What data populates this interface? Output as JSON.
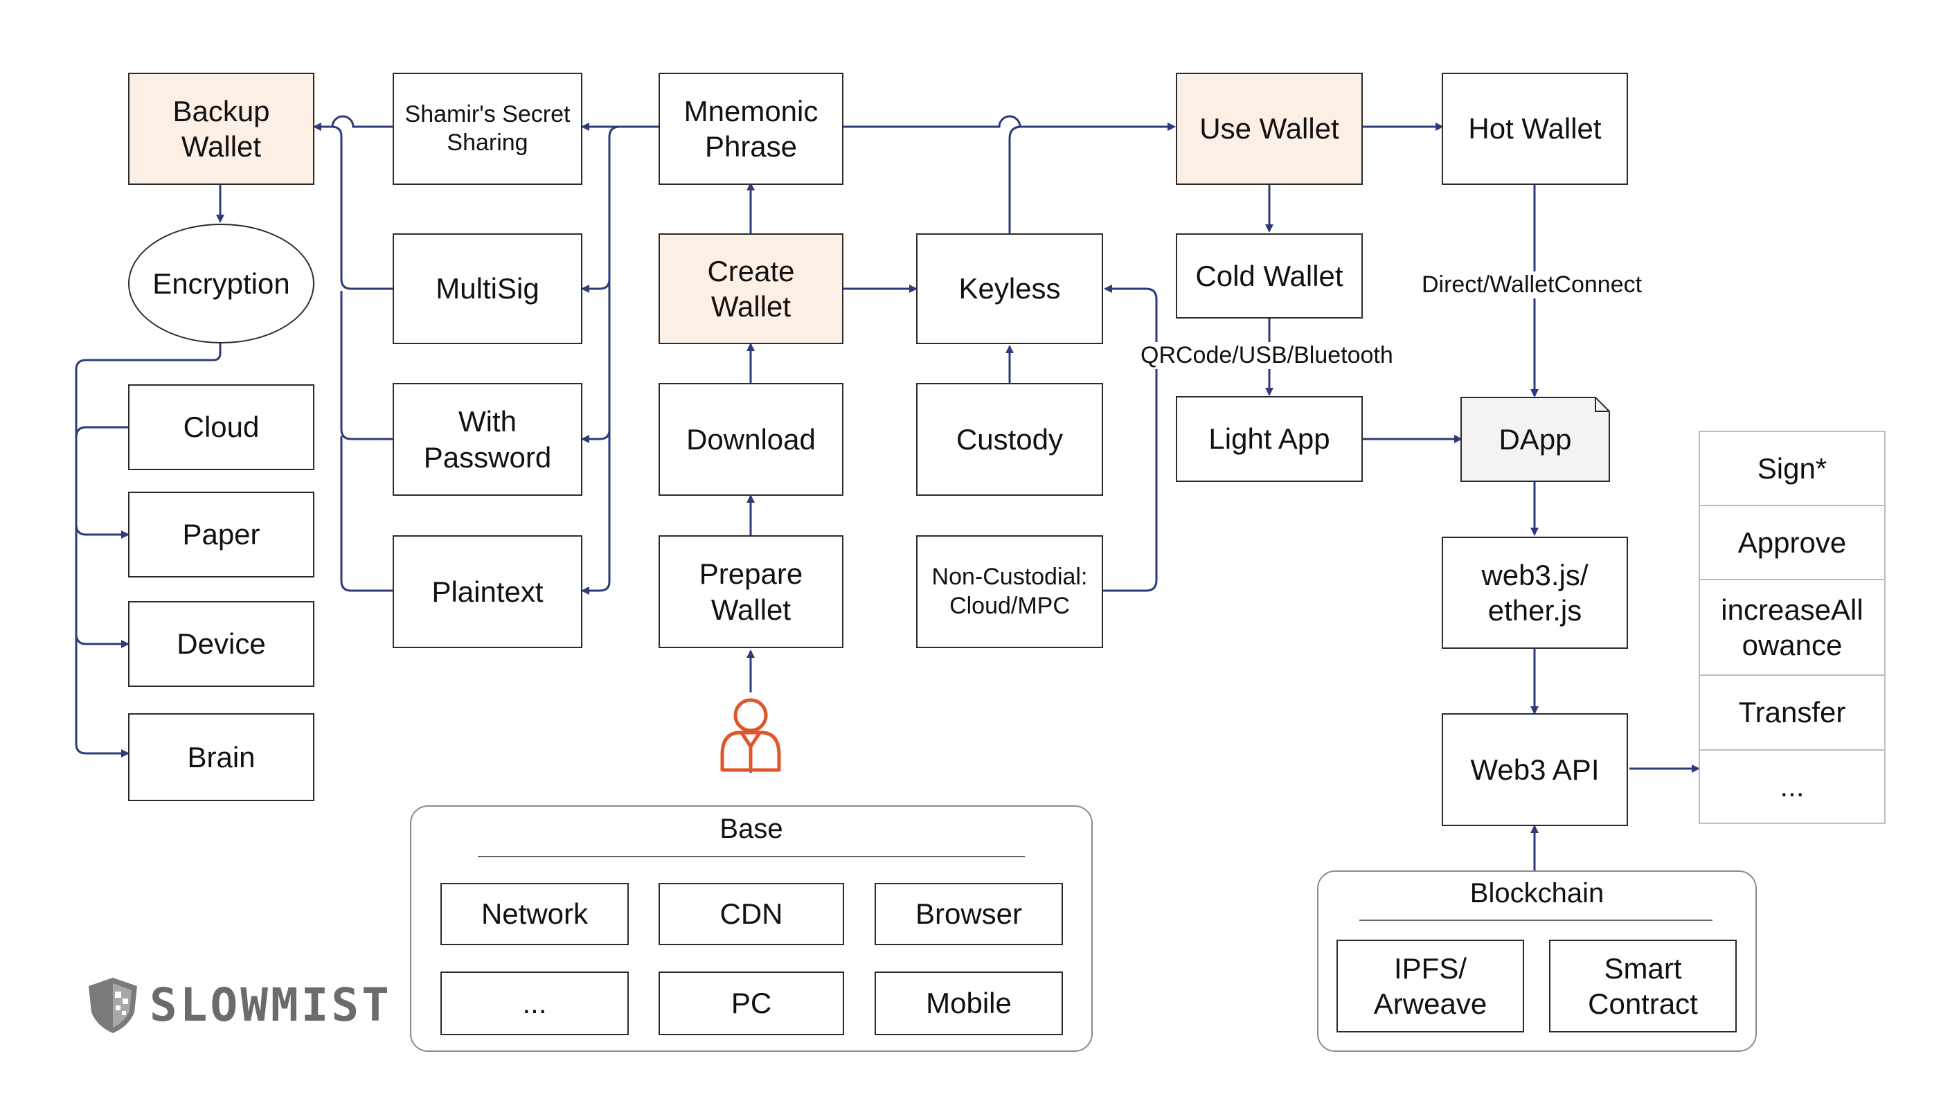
{
  "nodes": {
    "backup_wallet": "Backup\nWallet",
    "encryption": "Encryption",
    "cloud": "Cloud",
    "paper": "Paper",
    "device": "Device",
    "brain": "Brain",
    "shamir": "Shamir's Secret\nSharing",
    "multisig": "MultiSig",
    "with_password": "With\nPassword",
    "plaintext": "Plaintext",
    "mnemonic": "Mnemonic\nPhrase",
    "create_wallet": "Create\nWallet",
    "download": "Download",
    "prepare_wallet": "Prepare\nWallet",
    "keyless": "Keyless",
    "custody": "Custody",
    "non_custodial": "Non-Custodial:\nCloud/MPC",
    "use_wallet": "Use Wallet",
    "cold_wallet": "Cold Wallet",
    "light_app": "Light App",
    "hot_wallet": "Hot Wallet",
    "dapp": "DApp",
    "web3js": "web3.js/\nether.js",
    "web3api": "Web3 API"
  },
  "edge_labels": {
    "hot_to_dapp": "Direct/WalletConnect",
    "cold_to_light": "QRCode/USB/Bluetooth"
  },
  "base": {
    "title": "Base",
    "items": [
      "Network",
      "CDN",
      "Browser",
      "...",
      "PC",
      "Mobile"
    ]
  },
  "blockchain": {
    "title": "Blockchain",
    "items": [
      "IPFS/\nArweave",
      "Smart\nContract"
    ]
  },
  "actions": [
    "Sign*",
    "Approve",
    "increaseAll\nowance",
    "Transfer",
    "..."
  ],
  "logo": {
    "text": "SLOWMIST"
  },
  "colors": {
    "line": "#2e3a7a",
    "highlight": "#fcefe6",
    "user_icon": "#e0552a"
  }
}
